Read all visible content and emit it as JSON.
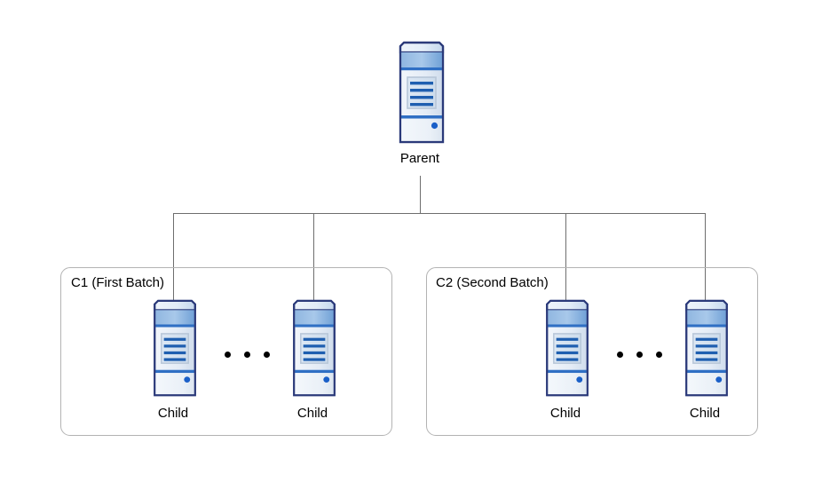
{
  "diagram": {
    "type": "hierarchy-tree",
    "background": "#ffffff",
    "line_color": "#6e6e6e",
    "box_border_color": "#b3b3b3",
    "icon_colors": {
      "outline": "#2b3a7a",
      "top_face": "#dfe9f5",
      "band": "#2f6fc4",
      "body_light": "#e8eef6",
      "screen_bg": "#dbe6f2",
      "screen_line": "#1f5fb0",
      "led": "#1a5fc8"
    },
    "root": {
      "icon": "server-icon",
      "label": "Parent"
    },
    "groups": [
      {
        "id": "c1",
        "label": "C1 (First Batch)",
        "ellipsis": "...",
        "children": [
          {
            "icon": "server-icon",
            "label": "Child"
          },
          {
            "icon": "server-icon",
            "label": "Child"
          }
        ]
      },
      {
        "id": "c2",
        "label": "C2 (Second Batch)",
        "ellipsis": "...",
        "children": [
          {
            "icon": "server-icon",
            "label": "Child"
          },
          {
            "icon": "server-icon",
            "label": "Child"
          }
        ]
      }
    ]
  }
}
